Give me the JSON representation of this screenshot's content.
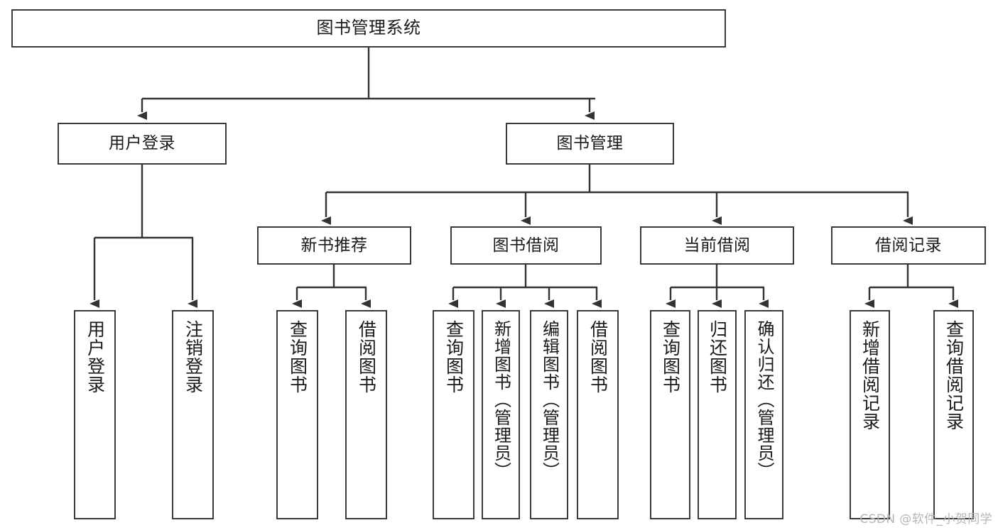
{
  "diagram": {
    "title": "图书管理系统",
    "type": "tree-hierarchy-diagram",
    "colors": {
      "box_border": "#3a3a3a",
      "box_fill": "#ffffff",
      "edge": "#333333",
      "text": "#1a1a1a",
      "watermark": "#b6b6b6",
      "background": "#ffffff"
    },
    "root": {
      "label": "图书管理系统"
    },
    "level2": [
      {
        "label": "用户登录"
      },
      {
        "label": "图书管理"
      }
    ],
    "level3": [
      {
        "label": "新书推荐"
      },
      {
        "label": "图书借阅"
      },
      {
        "label": "当前借阅"
      },
      {
        "label": "借阅记录"
      }
    ],
    "leaves": {
      "user_login": [
        {
          "label": "用户登录"
        },
        {
          "label": "注销登录"
        }
      ],
      "new_book_recommend": [
        {
          "label": "查询图书"
        },
        {
          "label": "借阅图书"
        }
      ],
      "book_borrow": [
        {
          "label": "查询图书"
        },
        {
          "label": "新增图书（管理员）"
        },
        {
          "label": "编辑图书（管理员）"
        },
        {
          "label": "借阅图书"
        }
      ],
      "current_borrow": [
        {
          "label": "查询图书"
        },
        {
          "label": "归还图书"
        },
        {
          "label": "确认归还（管理员）"
        }
      ],
      "borrow_record": [
        {
          "label": "新增借阅记录"
        },
        {
          "label": "查询借阅记录"
        }
      ]
    },
    "watermark": "CSDN @软件_小贺同学"
  }
}
